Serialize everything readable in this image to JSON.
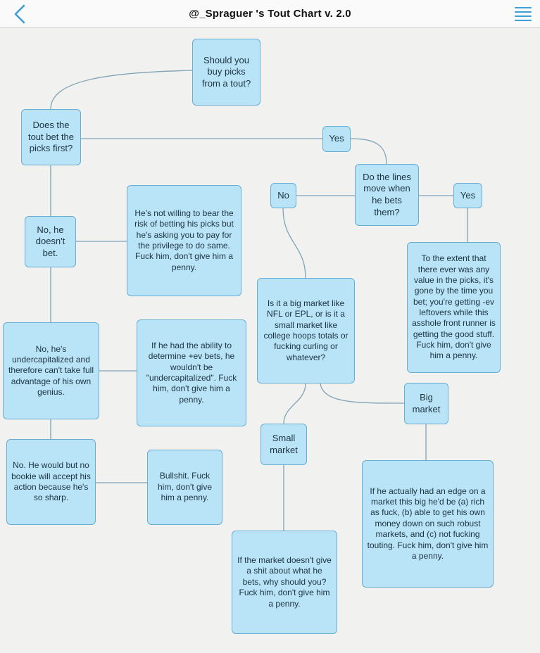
{
  "header": {
    "title": "@_Spraguer 's Tout Chart v. 2.0"
  },
  "style": {
    "node_fill": "#b9e3f6",
    "node_border": "#68aed3",
    "connector": "#7fa3b6",
    "accent": "#3d9fd6",
    "background": "#f1f1ef",
    "header_background": "#fafafa"
  },
  "flowchart": {
    "nodes": {
      "start": {
        "label": "Should you buy picks from a tout?"
      },
      "bet_first": {
        "label": "Does the tout bet the picks first?"
      },
      "yes1": {
        "label": "Yes"
      },
      "no1": {
        "label": "No"
      },
      "lines_move": {
        "label": "Do the lines move when he bets them?"
      },
      "yes2": {
        "label": "Yes"
      },
      "no_bet": {
        "label": "No, he doesn't bet."
      },
      "not_willing": {
        "label": "He's not willing to bear the risk of betting his picks but he's asking you to pay for the privilege to do same. Fuck him, don't give him a penny."
      },
      "value_gone": {
        "label": "To the extent that there ever was any value in the picks, it's gone by the time you bet; you're getting -ev leftovers while this asshole front runner is getting the good stuff. Fuck him, don't give him a penny."
      },
      "market_size": {
        "label": "Is it a big market like NFL or EPL, or is it a small market like college hoops totals or fucking curling or whatever?"
      },
      "undercap": {
        "label": "No, he's undercapitalized and therefore can't take full advantage of his own genius."
      },
      "ability": {
        "label": "If he had the ability to determine +ev bets, he wouldn't be \"undercapitalized\". Fuck him, don't give him a penny."
      },
      "big_market": {
        "label": "Big market"
      },
      "small_market": {
        "label": "Small market"
      },
      "no_bookie": {
        "label": "No. He would but no bookie will accept his action because he's so sharp."
      },
      "bullshit": {
        "label": "Bullshit. Fuck him, don't give him a penny."
      },
      "edge_market": {
        "label": "If he actually had an edge on a market this big he'd be (a) rich as fuck, (b) able to get his own money down on such robust markets, and (c) not fucking touting. Fuck him, don't give him a penny."
      },
      "irrelevant": {
        "label": "If the market doesn't give a shit about what he bets, why should you? Fuck him, don't give him a penny."
      }
    },
    "edges": [
      {
        "from": "start",
        "to": "bet_first"
      },
      {
        "from": "bet_first",
        "to": "yes1"
      },
      {
        "from": "yes1",
        "to": "lines_move"
      },
      {
        "from": "lines_move",
        "to": "no1"
      },
      {
        "from": "lines_move",
        "to": "yes2"
      },
      {
        "from": "yes2",
        "to": "value_gone"
      },
      {
        "from": "no1",
        "to": "market_size"
      },
      {
        "from": "bet_first",
        "to": "no_bet"
      },
      {
        "from": "no_bet",
        "to": "not_willing"
      },
      {
        "from": "no_bet",
        "to": "undercap"
      },
      {
        "from": "undercap",
        "to": "ability"
      },
      {
        "from": "undercap",
        "to": "no_bookie"
      },
      {
        "from": "no_bookie",
        "to": "bullshit"
      },
      {
        "from": "market_size",
        "to": "small_market"
      },
      {
        "from": "market_size",
        "to": "big_market"
      },
      {
        "from": "big_market",
        "to": "edge_market"
      },
      {
        "from": "small_market",
        "to": "irrelevant"
      }
    ]
  }
}
